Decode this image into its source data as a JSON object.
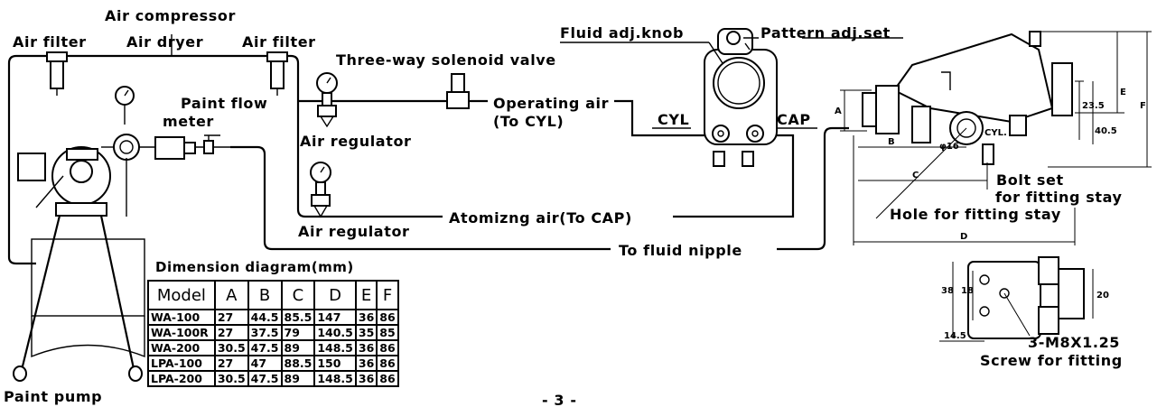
{
  "labels": {
    "air_compressor": "Air compressor",
    "air_filter_left": "Air filter",
    "air_dryer": "Air dryer",
    "air_filter_right": "Air filter",
    "three_way_valve": "Three-way solenoid valve",
    "operating_air": "Operating air",
    "to_cyl": "(To CYL)",
    "paint_flow_meter_1": "Paint flow",
    "paint_flow_meter_2": "meter",
    "air_regulator_top": "Air regulator",
    "air_regulator_bottom": "Air regulator",
    "atomizing_air": "Atomizng air(To CAP)",
    "to_fluid_nipple": "To fluid nipple",
    "fluid_adj_knob": "Fluid adj.knob",
    "pattern_adj_set": "Pattern adj.set",
    "cyl": "CYL",
    "cap": "CAP",
    "paint_pump": "Paint pump",
    "bolt_set_1": "Bolt set",
    "bolt_set_2": "for fitting stay",
    "hole_for_fitting_stay": "Hole for fitting stay",
    "screw_spec": "3-M8X1.25",
    "screw_for_fitting": "Screw for fitting",
    "page_number": "- 3 -"
  },
  "dims": {
    "A": "A",
    "B": "B",
    "C": "C",
    "D": "D",
    "E": "E",
    "F": "F",
    "d23_5": "23.5",
    "d40_5": "40.5",
    "phi16": "φ16",
    "cyl_small": "CYL.",
    "d38": "38",
    "d18": "18",
    "d20": "20",
    "d14_5": "14.5"
  },
  "table": {
    "title": "Dimension diagram(mm)",
    "headers": [
      "Model",
      "A",
      "B",
      "C",
      "D",
      "E",
      "F"
    ],
    "rows": [
      [
        "WA-100",
        "27",
        "44.5",
        "85.5",
        "147",
        "36",
        "86"
      ],
      [
        "WA-100R",
        "27",
        "37.5",
        "79",
        "140.5",
        "35",
        "85"
      ],
      [
        "WA-200",
        "30.5",
        "47.5",
        "89",
        "148.5",
        "36",
        "86"
      ],
      [
        "LPA-100",
        "27",
        "47",
        "88.5",
        "150",
        "36",
        "86"
      ],
      [
        "LPA-200",
        "30.5",
        "47.5",
        "89",
        "148.5",
        "36",
        "86"
      ]
    ]
  }
}
